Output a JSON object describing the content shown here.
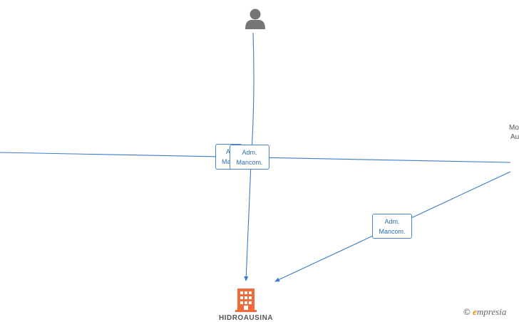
{
  "colors": {
    "edge": "#3a7bc8",
    "person_icon": "#757575",
    "company_icon": "#f26a3a",
    "watermark_accent": "#e58a00"
  },
  "person_node": {
    "icon": "person-icon"
  },
  "right_node": {
    "line1": "Mo",
    "line2": "Au"
  },
  "company_node": {
    "icon": "building-icon",
    "name": "HIDROAUSINA"
  },
  "edges": [
    {
      "id": "left-partial",
      "line1": "A",
      "line2": "Ma"
    },
    {
      "id": "person-to-company",
      "line1": "Adm.",
      "line2": "Mancom."
    },
    {
      "id": "right-to-company",
      "line1": "Adm.",
      "line2": "Mancom."
    }
  ],
  "watermark": {
    "copyright": "©",
    "brand_initial": "e",
    "brand_rest": "mpresia"
  }
}
